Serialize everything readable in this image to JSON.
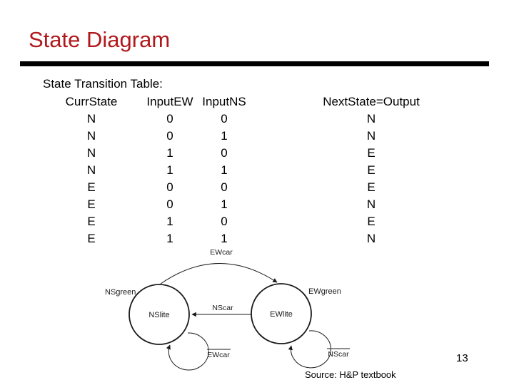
{
  "slide": {
    "title": "State Diagram",
    "page_number": "13",
    "source": "Source: H&P textbook"
  },
  "colors": {
    "title": "#b0181c",
    "divider": "#000000",
    "text": "#000000"
  },
  "table": {
    "caption": "State Transition Table:",
    "headers": [
      "CurrState",
      "InputEW",
      "InputNS",
      "NextState=Output"
    ],
    "rows": [
      [
        "N",
        "0",
        "0",
        "N"
      ],
      [
        "N",
        "0",
        "1",
        "N"
      ],
      [
        "N",
        "1",
        "0",
        "E"
      ],
      [
        "N",
        "1",
        "1",
        "E"
      ],
      [
        "E",
        "0",
        "0",
        "E"
      ],
      [
        "E",
        "0",
        "1",
        "N"
      ],
      [
        "E",
        "1",
        "0",
        "E"
      ],
      [
        "E",
        "1",
        "1",
        "N"
      ]
    ]
  },
  "diagram": {
    "states": [
      {
        "label": "NSlite",
        "annotation": "NSgreen"
      },
      {
        "label": "EWlite",
        "annotation": "EWgreen"
      }
    ],
    "transitions": [
      {
        "from": "NSlite",
        "to": "EWlite",
        "label": "EWcar",
        "overline": false
      },
      {
        "from": "EWlite",
        "to": "NSlite",
        "label": "NScar",
        "overline": false
      },
      {
        "from": "NSlite",
        "to": "NSlite",
        "label": "EWcar",
        "overline": true
      },
      {
        "from": "EWlite",
        "to": "EWlite",
        "label": "NScar",
        "overline": true
      }
    ]
  }
}
